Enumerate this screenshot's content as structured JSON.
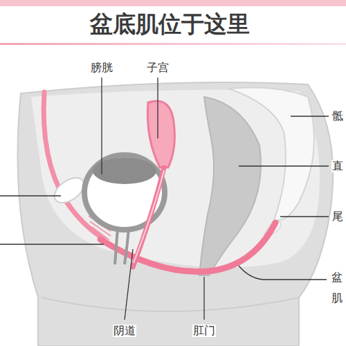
{
  "diagram": {
    "title": "盆底肌位于这里",
    "labels": [
      "膀胱",
      "子宫",
      "骶",
      "直",
      "尾",
      "盆 肌",
      "阴道",
      "肛门"
    ]
  }
}
